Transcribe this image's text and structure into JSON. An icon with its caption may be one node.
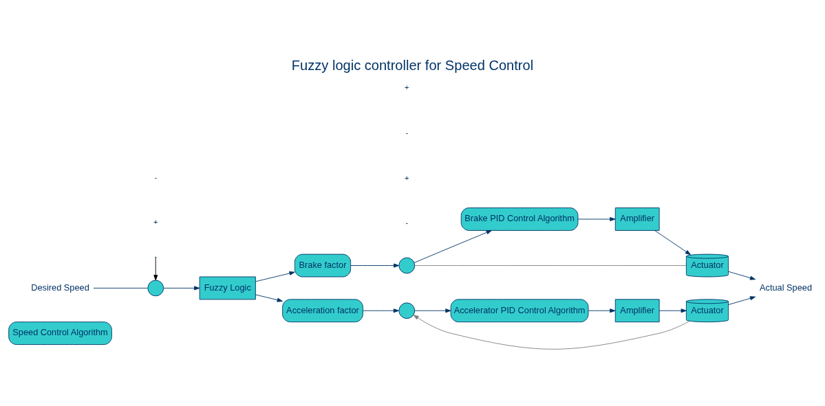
{
  "diagram": {
    "title": "Fuzzy logic controller for Speed Control",
    "nodes": [
      {
        "text": [
          "Speed Control Algorithm"
        ]
      },
      {
        "text": [
          "Desired Speed"
        ]
      },
      {
        "text": [],
        "shape": "circle"
      },
      {
        "text": [
          "Fuzzy Logic"
        ]
      },
      {
        "text": [
          "Brake factor"
        ]
      },
      {
        "text": [
          "Acceleration factor"
        ]
      },
      {
        "text": [],
        "shape": "circle"
      },
      {
        "text": [
          "Brake PID Control Algorithm"
        ]
      },
      {
        "text": [
          "Amplifier"
        ]
      },
      {
        "text": [
          "Actuator"
        ]
      },
      {
        "text": [],
        "shape": "circle"
      },
      {
        "text": [
          "Accelerator PID Control Algorithm"
        ]
      },
      {
        "text": [
          "Amplifier"
        ]
      },
      {
        "text": [
          "Actuator"
        ]
      },
      {
        "text": [
          "Actual Speed"
        ]
      }
    ],
    "edges": [
      {
        "from": 1,
        "to": 2,
        "arrow": "none"
      },
      {
        "from": null,
        "to": 2,
        "arrow": "to",
        "color": "#000000"
      },
      {
        "from": 2,
        "to": 3,
        "arrow": "to"
      },
      {
        "from": 3,
        "to": 4,
        "arrow": "to"
      },
      {
        "from": 3,
        "to": 5,
        "arrow": "to"
      },
      {
        "from": 4,
        "to": 6,
        "arrow": "to"
      },
      {
        "from": 6,
        "to": 7,
        "arrow": "to"
      },
      {
        "from": 7,
        "to": 8,
        "arrow": "to"
      },
      {
        "from": 8,
        "to": 9,
        "arrow": "to"
      },
      {
        "from": 9,
        "to": 6,
        "arrow": "none",
        "color": "#808080"
      },
      {
        "from": 5,
        "to": 10,
        "arrow": "to"
      },
      {
        "from": 10,
        "to": 11,
        "arrow": "to"
      },
      {
        "from": 11,
        "to": 12,
        "arrow": "to"
      },
      {
        "from": 12,
        "to": 13,
        "arrow": "to"
      },
      {
        "from": 13,
        "to": 10,
        "arrow": "to",
        "color": "#808080"
      },
      {
        "from": 9,
        "to": 14,
        "arrow": "to"
      },
      {
        "from": 13,
        "to": 14,
        "arrow": "to"
      }
    ],
    "labels": [
      "+",
      "-",
      "-",
      "+",
      "-",
      "+"
    ]
  }
}
